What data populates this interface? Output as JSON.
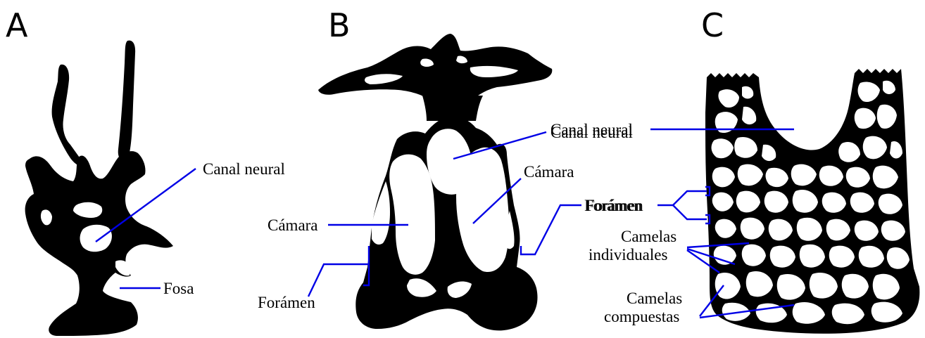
{
  "panels": {
    "a": {
      "letter": "A",
      "labels": {
        "canal_neural": "Canal neural",
        "fosa": "Fosa"
      }
    },
    "b": {
      "letter": "B",
      "labels": {
        "canal_neural": "Canal neural",
        "camara_right": "Cámara",
        "camara_left": "Cámara",
        "foramen_right": "Forámen",
        "foramen_left": "Forámen"
      }
    },
    "c": {
      "letter": "C",
      "labels": {
        "canal_neural": "Canal neural",
        "foramen": "Forámen",
        "camelas_individuales_1": "Camelas",
        "camelas_individuales_2": "individuales",
        "camelas_compuestas_1": "Camelas",
        "camelas_compuestas_2": "compuestas"
      }
    }
  },
  "colors": {
    "bone": "#000000",
    "leader_lines": "#0000e6",
    "background": "#ffffff"
  }
}
